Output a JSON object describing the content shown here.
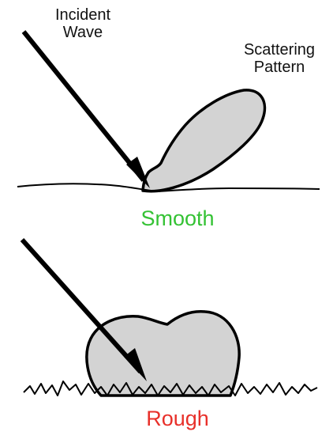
{
  "labels": {
    "incident_line1": "Incident",
    "incident_line2": "Wave",
    "scattering_line1": "Scattering",
    "scattering_line2": "Pattern",
    "smooth": "Smooth",
    "rough": "Rough"
  },
  "colors": {
    "smooth_label": "#34c234",
    "rough_label": "#e8302a",
    "lobe_fill": "#d3d3d3",
    "stroke": "#000000"
  }
}
